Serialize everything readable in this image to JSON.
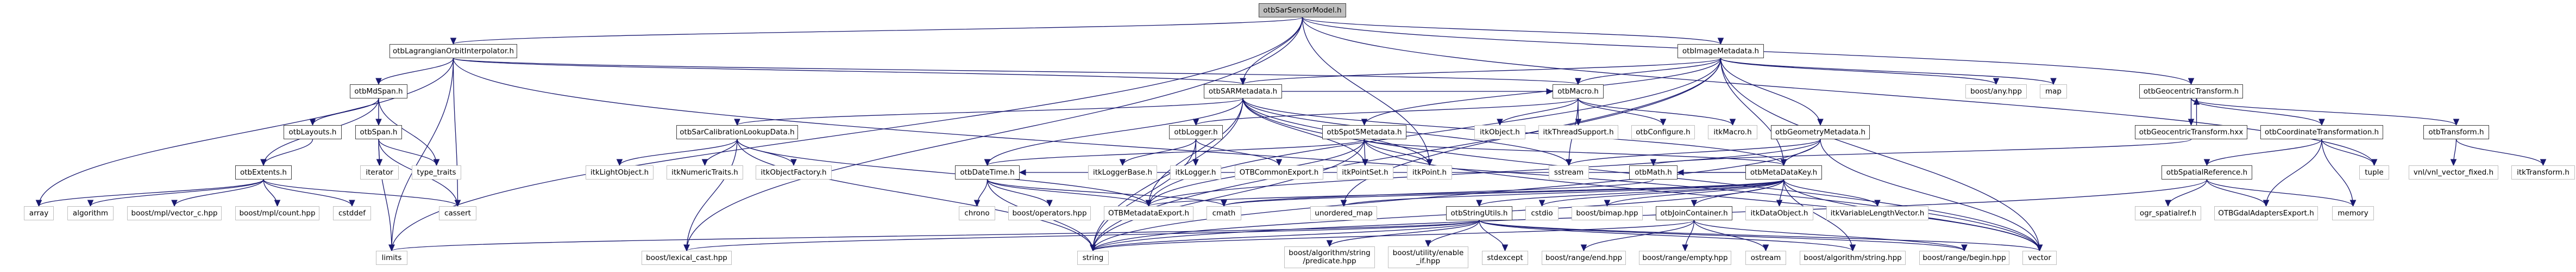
{
  "diagram": {
    "type": "include-dependency-graph",
    "root": "otbSarSensorModel.h",
    "colors": {
      "edge": "#191970",
      "root_fill": "#bfbfbf",
      "internal_border": "#404040",
      "external_border": "#bfbfbf"
    },
    "nodes": [
      {
        "id": "root",
        "label": "otbSarSensorModel.h",
        "kind": "root"
      },
      {
        "id": "lagrange",
        "label": "otbLagrangianOrbitInterpolator.h",
        "kind": "internal"
      },
      {
        "id": "imagemeta",
        "label": "otbImageMetadata.h",
        "kind": "internal"
      },
      {
        "id": "mdspan",
        "label": "otbMdSpan.h",
        "kind": "internal"
      },
      {
        "id": "sarmeta",
        "label": "otbSARMetadata.h",
        "kind": "internal"
      },
      {
        "id": "macro",
        "label": "otbMacro.h",
        "kind": "internal"
      },
      {
        "id": "boostany",
        "label": "boost/any.hpp",
        "kind": "external"
      },
      {
        "id": "map",
        "label": "map",
        "kind": "external"
      },
      {
        "id": "geotr",
        "label": "otbGeocentricTransform.h",
        "kind": "internal"
      },
      {
        "id": "layouts",
        "label": "otbLayouts.h",
        "kind": "internal"
      },
      {
        "id": "span",
        "label": "otbSpan.h",
        "kind": "internal"
      },
      {
        "id": "sarcal",
        "label": "otbSarCalibrationLookupData.h",
        "kind": "internal"
      },
      {
        "id": "logger",
        "label": "otbLogger.h",
        "kind": "internal"
      },
      {
        "id": "spot5",
        "label": "otbSpot5Metadata.h",
        "kind": "internal"
      },
      {
        "id": "itkobject",
        "label": "itkObject.h",
        "kind": "external"
      },
      {
        "id": "itkthread",
        "label": "itkThreadSupport.h",
        "kind": "external"
      },
      {
        "id": "otbconfigure",
        "label": "otbConfigure.h",
        "kind": "external"
      },
      {
        "id": "itkmacro",
        "label": "itkMacro.h",
        "kind": "external"
      },
      {
        "id": "geommeta",
        "label": "otbGeometryMetadata.h",
        "kind": "internal"
      },
      {
        "id": "geotrhxx",
        "label": "otbGeocentricTransform.hxx",
        "kind": "internal"
      },
      {
        "id": "coordtr",
        "label": "otbCoordinateTransformation.h",
        "kind": "internal"
      },
      {
        "id": "transform",
        "label": "otbTransform.h",
        "kind": "internal"
      },
      {
        "id": "extents",
        "label": "otbExtents.h",
        "kind": "internal"
      },
      {
        "id": "iterator",
        "label": "iterator",
        "kind": "external"
      },
      {
        "id": "typetraits",
        "label": "type_traits",
        "kind": "external"
      },
      {
        "id": "itklightobj",
        "label": "itkLightObject.h",
        "kind": "external"
      },
      {
        "id": "itknumtraits",
        "label": "itkNumericTraits.h",
        "kind": "external"
      },
      {
        "id": "itkobjfactory",
        "label": "itkObjectFactory.h",
        "kind": "external"
      },
      {
        "id": "datetime",
        "label": "otbDateTime.h",
        "kind": "internal"
      },
      {
        "id": "itkloggerbase",
        "label": "itkLoggerBase.h",
        "kind": "external"
      },
      {
        "id": "itklogger",
        "label": "itkLogger.h",
        "kind": "external"
      },
      {
        "id": "otbcommonexport",
        "label": "OTBCommonExport.h",
        "kind": "external"
      },
      {
        "id": "itkpointset",
        "label": "itkPointSet.h",
        "kind": "external"
      },
      {
        "id": "itkpoint",
        "label": "itkPoint.h",
        "kind": "external"
      },
      {
        "id": "sstream",
        "label": "sstream",
        "kind": "external"
      },
      {
        "id": "otbmath",
        "label": "otbMath.h",
        "kind": "internal"
      },
      {
        "id": "metadatakey",
        "label": "otbMetaDataKey.h",
        "kind": "internal"
      },
      {
        "id": "spatialref",
        "label": "otbSpatialReference.h",
        "kind": "internal"
      },
      {
        "id": "tuple",
        "label": "tuple",
        "kind": "external"
      },
      {
        "id": "vnlvec",
        "label": "vnl/vnl_vector_fixed.h",
        "kind": "external"
      },
      {
        "id": "itktransform",
        "label": "itkTransform.h",
        "kind": "external"
      },
      {
        "id": "array",
        "label": "array",
        "kind": "external"
      },
      {
        "id": "algorithm",
        "label": "algorithm",
        "kind": "external"
      },
      {
        "id": "mplvectorc",
        "label": "boost/mpl/vector_c.hpp",
        "kind": "external"
      },
      {
        "id": "mplcount",
        "label": "boost/mpl/count.hpp",
        "kind": "external"
      },
      {
        "id": "cstddef",
        "label": "cstddef",
        "kind": "external"
      },
      {
        "id": "cassert",
        "label": "cassert",
        "kind": "external"
      },
      {
        "id": "chrono",
        "label": "chrono",
        "kind": "external"
      },
      {
        "id": "boostoperators",
        "label": "boost/operators.hpp",
        "kind": "external"
      },
      {
        "id": "otbmetaexport",
        "label": "OTBMetadataExport.h",
        "kind": "external"
      },
      {
        "id": "cmath",
        "label": "cmath",
        "kind": "external"
      },
      {
        "id": "unorderedmap",
        "label": "unordered_map",
        "kind": "external"
      },
      {
        "id": "stringutils",
        "label": "otbStringUtils.h",
        "kind": "internal"
      },
      {
        "id": "cstdio",
        "label": "cstdio",
        "kind": "external"
      },
      {
        "id": "bimap",
        "label": "boost/bimap.hpp",
        "kind": "external"
      },
      {
        "id": "joincontainer",
        "label": "otbJoinContainer.h",
        "kind": "internal"
      },
      {
        "id": "itkdataobject",
        "label": "itkDataObject.h",
        "kind": "external"
      },
      {
        "id": "itkvarlenvec",
        "label": "itkVariableLengthVector.h",
        "kind": "external"
      },
      {
        "id": "ogrspatialref",
        "label": "ogr_spatialref.h",
        "kind": "external"
      },
      {
        "id": "gdalexport",
        "label": "OTBGdalAdaptersExport.h",
        "kind": "external"
      },
      {
        "id": "memory",
        "label": "memory",
        "kind": "external"
      },
      {
        "id": "limits",
        "label": "limits",
        "kind": "external"
      },
      {
        "id": "lexicalcast",
        "label": "boost/lexical_cast.hpp",
        "kind": "external"
      },
      {
        "id": "string",
        "label": "string",
        "kind": "external"
      },
      {
        "id": "predicate",
        "label": "boost/algorithm/string\n/predicate.hpp",
        "kind": "external"
      },
      {
        "id": "enableif",
        "label": "boost/utility/enable\n_if.hpp",
        "kind": "external"
      },
      {
        "id": "stdexcept",
        "label": "stdexcept",
        "kind": "external"
      },
      {
        "id": "rangeend",
        "label": "boost/range/end.hpp",
        "kind": "external"
      },
      {
        "id": "rangeempty",
        "label": "boost/range/empty.hpp",
        "kind": "external"
      },
      {
        "id": "ostream",
        "label": "ostream",
        "kind": "external"
      },
      {
        "id": "algostring",
        "label": "boost/algorithm/string.hpp",
        "kind": "external"
      },
      {
        "id": "rangebegin",
        "label": "boost/range/begin.hpp",
        "kind": "external"
      },
      {
        "id": "vector",
        "label": "vector",
        "kind": "external"
      }
    ],
    "edges": [
      [
        "root",
        "lagrange"
      ],
      [
        "root",
        "sarmeta"
      ],
      [
        "root",
        "imagemeta"
      ],
      [
        "root",
        "geotr"
      ],
      [
        "root",
        "itkpoint"
      ],
      [
        "root",
        "tuple"
      ],
      [
        "root",
        "lexicalcast"
      ],
      [
        "root",
        "limits"
      ],
      [
        "lagrange",
        "mdspan"
      ],
      [
        "lagrange",
        "array"
      ],
      [
        "lagrange",
        "limits"
      ],
      [
        "lagrange",
        "cassert"
      ],
      [
        "lagrange",
        "sarmeta"
      ],
      [
        "lagrange",
        "vector"
      ],
      [
        "lagrange",
        "macro"
      ],
      [
        "mdspan",
        "extents"
      ],
      [
        "mdspan",
        "layouts"
      ],
      [
        "mdspan",
        "span"
      ],
      [
        "mdspan",
        "typetraits"
      ],
      [
        "layouts",
        "extents"
      ],
      [
        "span",
        "iterator"
      ],
      [
        "span",
        "typetraits"
      ],
      [
        "span",
        "cassert"
      ],
      [
        "span",
        "limits"
      ],
      [
        "extents",
        "array"
      ],
      [
        "extents",
        "algorithm"
      ],
      [
        "extents",
        "mplvectorc"
      ],
      [
        "extents",
        "mplcount"
      ],
      [
        "extents",
        "cstddef"
      ],
      [
        "extents",
        "cassert"
      ],
      [
        "imagemeta",
        "macro"
      ],
      [
        "imagemeta",
        "geommeta"
      ],
      [
        "imagemeta",
        "metadatakey"
      ],
      [
        "imagemeta",
        "boostany"
      ],
      [
        "imagemeta",
        "map"
      ],
      [
        "imagemeta",
        "vector"
      ],
      [
        "imagemeta",
        "sarmeta"
      ],
      [
        "imagemeta",
        "spot5"
      ],
      [
        "imagemeta",
        "string"
      ],
      [
        "imagemeta",
        "otbmetaexport"
      ],
      [
        "imagemeta",
        "unorderedmap"
      ],
      [
        "sarmeta",
        "sarcal"
      ],
      [
        "sarmeta",
        "datetime"
      ],
      [
        "sarmeta",
        "itkpointset"
      ],
      [
        "sarmeta",
        "itkpoint"
      ],
      [
        "sarmeta",
        "otbmetaexport"
      ],
      [
        "sarmeta",
        "string"
      ],
      [
        "sarmeta",
        "vector"
      ],
      [
        "sarmeta",
        "sstream"
      ],
      [
        "sarmeta",
        "macro"
      ],
      [
        "sarmeta",
        "metadatakey"
      ],
      [
        "sarcal",
        "itklightobj"
      ],
      [
        "sarcal",
        "itknumtraits"
      ],
      [
        "sarcal",
        "itkobjfactory"
      ],
      [
        "sarcal",
        "otbmetaexport"
      ],
      [
        "sarcal",
        "string"
      ],
      [
        "sarcal",
        "lexicalcast"
      ],
      [
        "macro",
        "itkobject"
      ],
      [
        "macro",
        "itkthread"
      ],
      [
        "macro",
        "otbconfigure"
      ],
      [
        "macro",
        "itkmacro"
      ],
      [
        "macro",
        "logger"
      ],
      [
        "macro",
        "sstream"
      ],
      [
        "logger",
        "itkloggerbase"
      ],
      [
        "logger",
        "itklogger"
      ],
      [
        "logger",
        "otbcommonexport"
      ],
      [
        "logger",
        "string"
      ],
      [
        "spot5",
        "itkpointset"
      ],
      [
        "spot5",
        "itkpoint"
      ],
      [
        "spot5",
        "datetime"
      ],
      [
        "spot5",
        "otbmetaexport"
      ],
      [
        "spot5",
        "string"
      ],
      [
        "spot5",
        "vector"
      ],
      [
        "spot5",
        "metadatakey"
      ],
      [
        "datetime",
        "chrono"
      ],
      [
        "datetime",
        "boostoperators"
      ],
      [
        "datetime",
        "otbmetaexport"
      ],
      [
        "datetime",
        "string"
      ],
      [
        "datetime",
        "cmath"
      ],
      [
        "geommeta",
        "metadatakey"
      ],
      [
        "geommeta",
        "sstream"
      ],
      [
        "geommeta",
        "vector"
      ],
      [
        "geommeta",
        "string"
      ],
      [
        "geommeta",
        "otbmetaexport"
      ],
      [
        "metadatakey",
        "joincontainer"
      ],
      [
        "metadatakey",
        "itkdataobject"
      ],
      [
        "metadatakey",
        "itkvarlenvec"
      ],
      [
        "metadatakey",
        "bimap"
      ],
      [
        "metadatakey",
        "cstdio"
      ],
      [
        "metadatakey",
        "stringutils"
      ],
      [
        "metadatakey",
        "otbmath"
      ],
      [
        "metadatakey",
        "unorderedmap"
      ],
      [
        "metadatakey",
        "cmath"
      ],
      [
        "metadatakey",
        "string"
      ],
      [
        "metadatakey",
        "vector"
      ],
      [
        "metadatakey",
        "algostring"
      ],
      [
        "metadatakey",
        "otbmetaexport"
      ],
      [
        "metadatakey",
        "datetime"
      ],
      [
        "otbmath",
        "cmath"
      ],
      [
        "stringutils",
        "predicate"
      ],
      [
        "stringutils",
        "enableif"
      ],
      [
        "stringutils",
        "stdexcept"
      ],
      [
        "stringutils",
        "string"
      ],
      [
        "stringutils",
        "vector"
      ],
      [
        "stringutils",
        "lexicalcast"
      ],
      [
        "stringutils",
        "limits"
      ],
      [
        "stringutils",
        "algostring"
      ],
      [
        "stringutils",
        "rangebegin"
      ],
      [
        "joincontainer",
        "rangeend"
      ],
      [
        "joincontainer",
        "rangeempty"
      ],
      [
        "joincontainer",
        "ostream"
      ],
      [
        "joincontainer",
        "rangebegin"
      ],
      [
        "joincontainer",
        "string"
      ],
      [
        "geotr",
        "geotrhxx"
      ],
      [
        "geotr",
        "coordtr"
      ],
      [
        "geotr",
        "transform"
      ],
      [
        "geotrhxx",
        "geotr"
      ],
      [
        "geotrhxx",
        "otbmath"
      ],
      [
        "coordtr",
        "spatialref"
      ],
      [
        "coordtr",
        "gdalexport"
      ],
      [
        "coordtr",
        "memory"
      ],
      [
        "coordtr",
        "tuple"
      ],
      [
        "spatialref",
        "ogrspatialref"
      ],
      [
        "spatialref",
        "gdalexport"
      ],
      [
        "spatialref",
        "memory"
      ],
      [
        "spatialref",
        "string"
      ],
      [
        "transform",
        "vnlvec"
      ],
      [
        "transform",
        "itktransform"
      ]
    ]
  }
}
